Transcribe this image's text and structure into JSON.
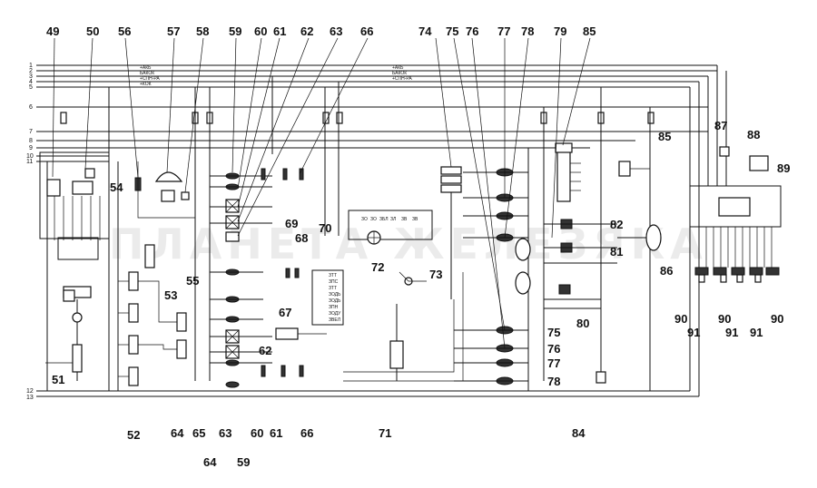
{
  "watermark": "ПЛАНЕТА ЖЕЛЕЗЯКА",
  "callouts_top": [
    "49",
    "50",
    "56",
    "57",
    "58",
    "59",
    "60",
    "61",
    "62",
    "63",
    "66",
    "74",
    "75",
    "76",
    "77",
    "78",
    "79",
    "85"
  ],
  "callouts_right": [
    "87",
    "88",
    "89",
    "85",
    "82",
    "81",
    "86",
    "80"
  ],
  "callouts_mid": [
    "54",
    "53",
    "55",
    "69",
    "70",
    "68",
    "72",
    "73",
    "67",
    "62"
  ],
  "callouts_right_mid": [
    "75",
    "76",
    "77",
    "78"
  ],
  "callouts_bottom": [
    "51",
    "52",
    "64",
    "65",
    "63",
    "60",
    "61",
    "66",
    "71",
    "84"
  ],
  "callouts_bottom2": [
    "64",
    "59"
  ],
  "callouts_right_bottom_a": [
    "90",
    "91",
    "90",
    "91",
    "91",
    "90"
  ],
  "wire_numbers": [
    "1",
    "2",
    "3",
    "4",
    "5",
    "6",
    "7",
    "8",
    "9",
    "10",
    "11",
    "12",
    "13"
  ],
  "wire_labels_left": [
    "+АКБ",
    "БАКОК",
    "+СПН-РА",
    "+КОК"
  ],
  "wire_labels_right": [
    "+АКБ",
    "БАКОК",
    "+СПН-РА"
  ],
  "block_labels": [
    "ЗО",
    "ЗО",
    "ЗБЛ",
    "ЗЛ",
    "ЗВ",
    "ЗВ"
  ],
  "connector_labels": [
    "ЗТТ",
    "ЗПС",
    "ЗТТ",
    "ЗОДЬ",
    "ЗОДЬ",
    "ЗПН",
    "ЗОДУ",
    "ЗВЕЛ"
  ]
}
